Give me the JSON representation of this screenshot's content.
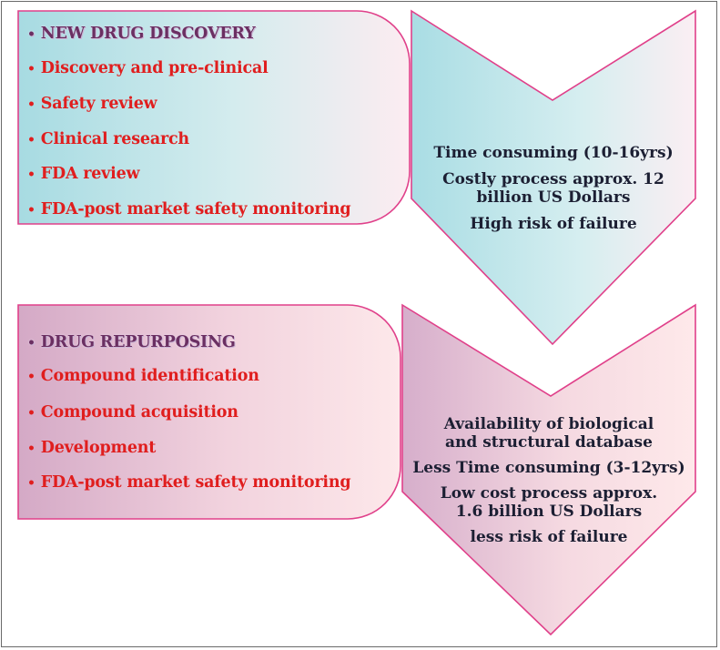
{
  "colors": {
    "top_box": "#a9dde4",
    "top_box_light": "#fbeef2",
    "bottom_box": "#d7aec9",
    "bottom_box_light": "#fde9ea",
    "border": "#e0408a",
    "heading": "#6b2f62",
    "item_text": "#e01e1e",
    "chevron_text": "#1c1f33"
  },
  "top_box": {
    "heading": "NEW DRUG DISCOVERY",
    "items": [
      "Discovery and pre-clinical",
      "Safety review",
      "Clinical research",
      "FDA review",
      "FDA-post market safety monitoring"
    ]
  },
  "top_chevron": {
    "lines": [
      "Time consuming (10-16yrs)",
      "Costly process approx. 12 billion US Dollars",
      "High risk of failure"
    ]
  },
  "bottom_box": {
    "heading": "DRUG REPURPOSING",
    "items": [
      "Compound identification",
      "Compound acquisition",
      "Development",
      "FDA-post market safety monitoring"
    ]
  },
  "bottom_chevron": {
    "lines": [
      "Availability of biological and structural database",
      "Less Time consuming (3-12yrs)",
      "Low  cost process approx. 1.6 billion US Dollars",
      "less risk of failure"
    ]
  }
}
